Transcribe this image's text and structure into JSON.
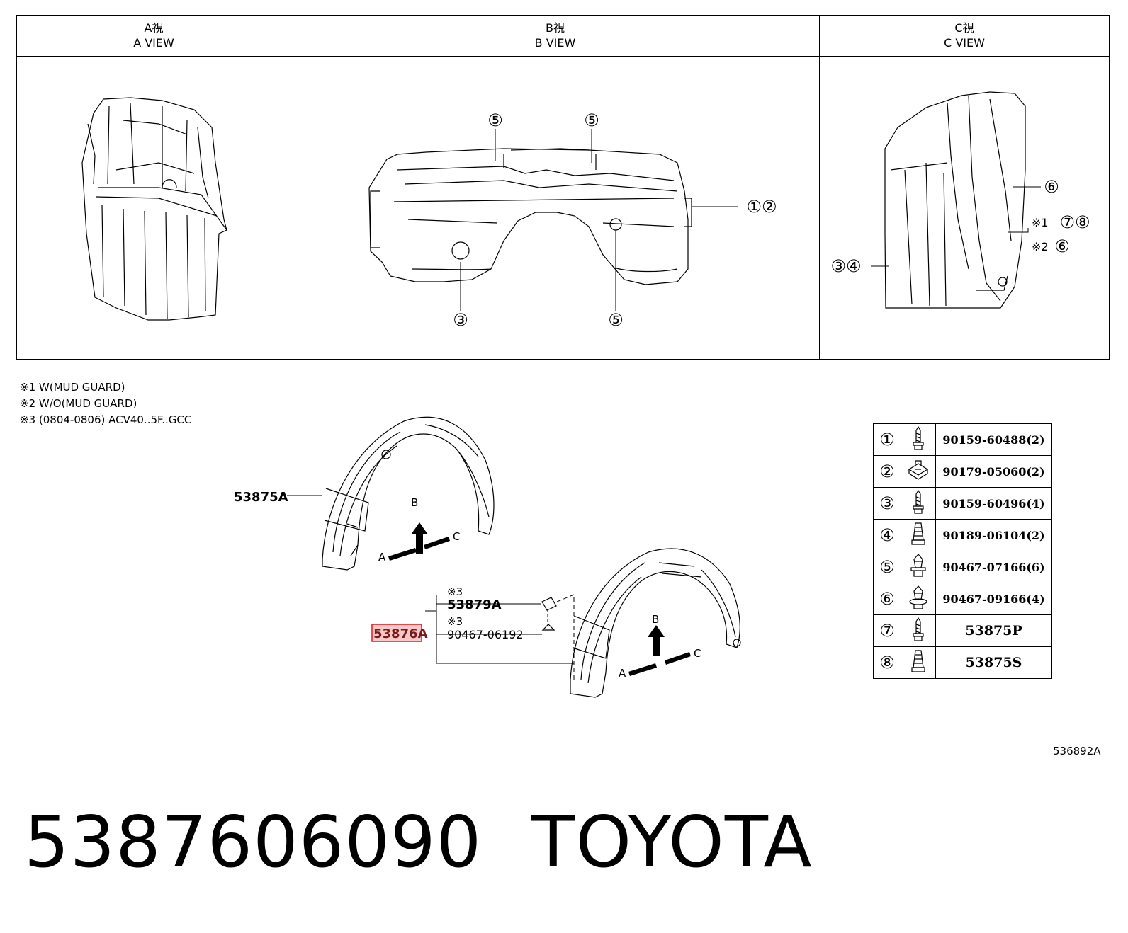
{
  "views": [
    {
      "jp": "A視",
      "en": "A VIEW"
    },
    {
      "jp": "B視",
      "en": "B VIEW"
    },
    {
      "jp": "C視",
      "en": "C VIEW"
    }
  ],
  "b_view_callouts": {
    "top_left": "⑤",
    "top_right": "⑤",
    "right": "①②",
    "bottom_left": "③",
    "bottom_right": "⑤"
  },
  "c_view_callouts": {
    "right_top": "⑥",
    "note1_mark": "※1",
    "note1_items": "⑦⑧",
    "note2_mark": "※2",
    "note2_items": "⑥",
    "left": "③④"
  },
  "notes": [
    "※1 W(MUD GUARD)",
    "※2 W/O(MUD GUARD)",
    "※3 (0804-0806) ACV40..5F..GCC"
  ],
  "main_diagram": {
    "liner_upper": "53875A",
    "liner_lower": "53876A",
    "clip_mark": "※3",
    "clip_part": "53879A",
    "screw_mark": "※3",
    "screw_part": "90467-06192",
    "arrow_b": "B",
    "arrow_a": "A",
    "arrow_c": "C"
  },
  "fasteners": [
    {
      "num": "①",
      "icon": "bolt-icon",
      "part": "90159-60488(2)"
    },
    {
      "num": "②",
      "icon": "nut-clip-icon",
      "part": "90179-05060(2)"
    },
    {
      "num": "③",
      "icon": "bolt-icon",
      "part": "90159-60496(4)"
    },
    {
      "num": "④",
      "icon": "grommet-icon",
      "part": "90189-06104(2)"
    },
    {
      "num": "⑤",
      "icon": "push-clip-icon",
      "part": "90467-07166(6)"
    },
    {
      "num": "⑥",
      "icon": "push-clip-icon",
      "part": "90467-09166(4)"
    },
    {
      "num": "⑦",
      "icon": "bolt-icon",
      "part": "53875P"
    },
    {
      "num": "⑧",
      "icon": "grommet-icon",
      "part": "53875S"
    }
  ],
  "drawing_id": "536892A",
  "footer": {
    "part_number": "5387606090",
    "brand": "TOYOTA"
  },
  "colors": {
    "line": "#000000",
    "highlight_border": "#e0262b",
    "highlight_fill": "#f6c9c9"
  }
}
